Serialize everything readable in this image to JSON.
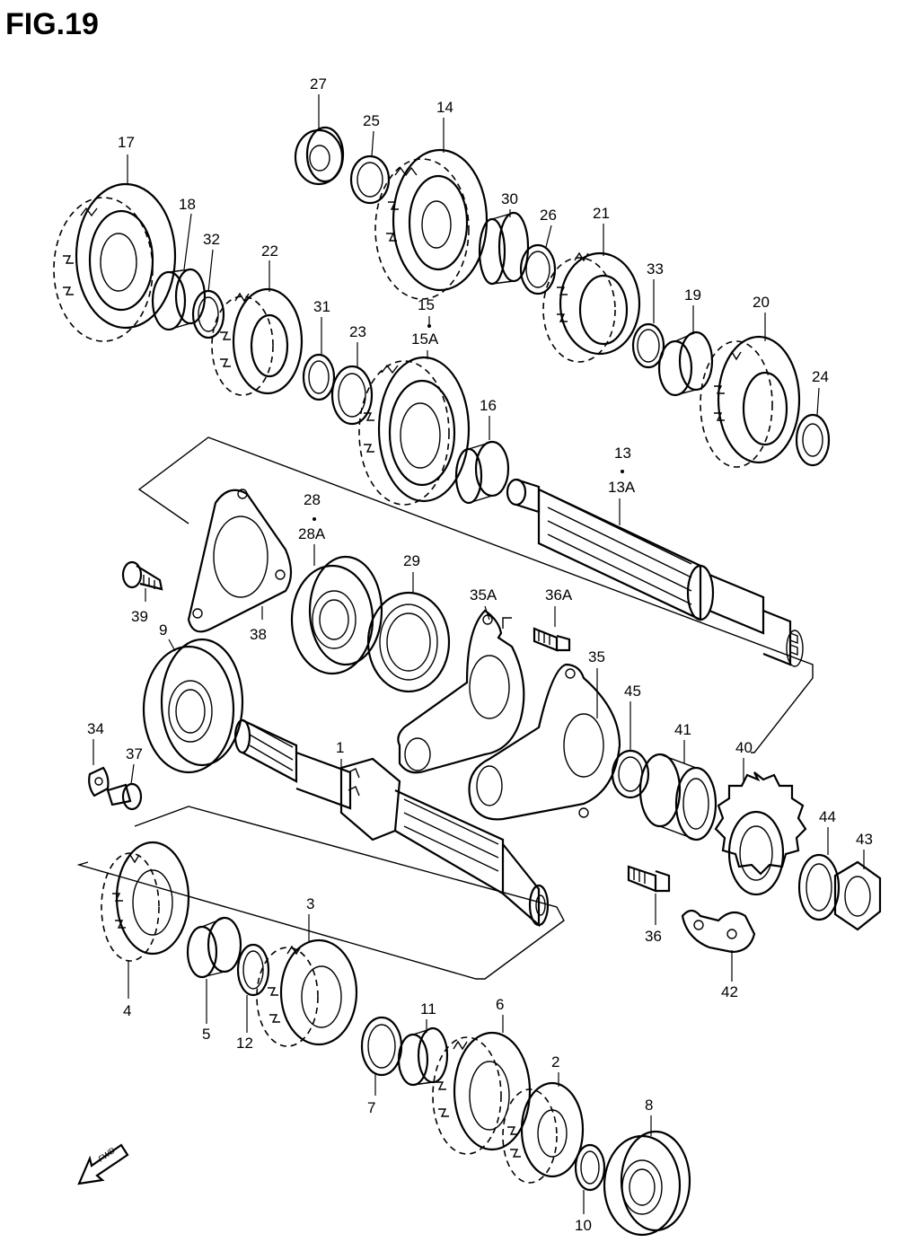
{
  "figure": {
    "title": "FIG.19",
    "fwd_label": "FWD"
  },
  "callouts": [
    {
      "id": "c1",
      "text": "1"
    },
    {
      "id": "c2",
      "text": "2"
    },
    {
      "id": "c3",
      "text": "3"
    },
    {
      "id": "c4",
      "text": "4"
    },
    {
      "id": "c5",
      "text": "5"
    },
    {
      "id": "c6",
      "text": "6"
    },
    {
      "id": "c7",
      "text": "7"
    },
    {
      "id": "c8",
      "text": "8"
    },
    {
      "id": "c9",
      "text": "9"
    },
    {
      "id": "c10",
      "text": "10"
    },
    {
      "id": "c11",
      "text": "11"
    },
    {
      "id": "c12",
      "text": "12"
    },
    {
      "id": "c13",
      "text": "13"
    },
    {
      "id": "c13a",
      "text": "13A"
    },
    {
      "id": "c14",
      "text": "14"
    },
    {
      "id": "c15",
      "text": "15"
    },
    {
      "id": "c15a",
      "text": "15A"
    },
    {
      "id": "c16",
      "text": "16"
    },
    {
      "id": "c17",
      "text": "17"
    },
    {
      "id": "c18",
      "text": "18"
    },
    {
      "id": "c19",
      "text": "19"
    },
    {
      "id": "c20",
      "text": "20"
    },
    {
      "id": "c21",
      "text": "21"
    },
    {
      "id": "c22",
      "text": "22"
    },
    {
      "id": "c23",
      "text": "23"
    },
    {
      "id": "c24",
      "text": "24"
    },
    {
      "id": "c25",
      "text": "25"
    },
    {
      "id": "c26",
      "text": "26"
    },
    {
      "id": "c27",
      "text": "27"
    },
    {
      "id": "c28",
      "text": "28"
    },
    {
      "id": "c28a",
      "text": "28A"
    },
    {
      "id": "c29",
      "text": "29"
    },
    {
      "id": "c30",
      "text": "30"
    },
    {
      "id": "c31",
      "text": "31"
    },
    {
      "id": "c32",
      "text": "32"
    },
    {
      "id": "c33",
      "text": "33"
    },
    {
      "id": "c34",
      "text": "34"
    },
    {
      "id": "c35",
      "text": "35"
    },
    {
      "id": "c35a",
      "text": "35A"
    },
    {
      "id": "c36",
      "text": "36"
    },
    {
      "id": "c36a",
      "text": "36A"
    },
    {
      "id": "c37",
      "text": "37"
    },
    {
      "id": "c38",
      "text": "38"
    },
    {
      "id": "c39",
      "text": "39"
    },
    {
      "id": "c40",
      "text": "40"
    },
    {
      "id": "c41",
      "text": "41"
    },
    {
      "id": "c42",
      "text": "42"
    },
    {
      "id": "c43",
      "text": "43"
    },
    {
      "id": "c44",
      "text": "44"
    },
    {
      "id": "c45",
      "text": "45"
    }
  ]
}
